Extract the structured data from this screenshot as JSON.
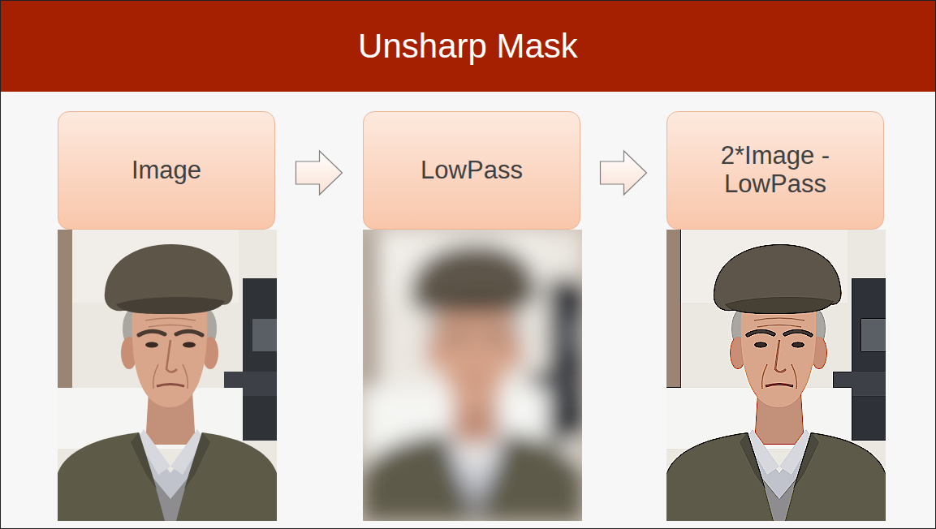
{
  "diagram": {
    "title": "Unsharp Mask",
    "nodes": [
      {
        "text": [
          "Image"
        ]
      },
      {
        "text": [
          "LowPass"
        ]
      },
      {
        "text": [
          "2*Image - LowPass"
        ]
      }
    ],
    "edges": [
      {
        "from": 0,
        "to": 1,
        "arrow": "to"
      },
      {
        "from": 1,
        "to": 2,
        "arrow": "to"
      }
    ]
  }
}
